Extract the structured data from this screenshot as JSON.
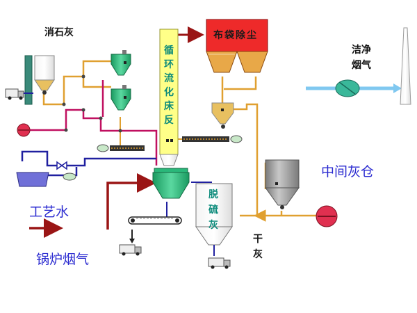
{
  "labels": {
    "slaked_lime": "消石灰",
    "reactor": [
      "循",
      "环",
      "流",
      "化",
      "床",
      "反"
    ],
    "bag_filter": "布袋除尘",
    "clean_flue_gas": [
      "洁净",
      "烟气"
    ],
    "intermediate_ash_silo": "中间灰仓",
    "process_water": "工艺水",
    "boiler_flue_gas": "锅炉烟气",
    "desulfurization_ash": [
      "脱",
      "硫",
      "灰"
    ],
    "dry_ash": [
      "干",
      "灰"
    ]
  },
  "colors": {
    "reactor_column": "#ffff88",
    "bag_filter": "#ee2a2a",
    "hopper_orange": "#e8a848",
    "silo_gray": "#9a9a9a",
    "cyclone_green": "#2ab87a",
    "water_tank": "#7070d8",
    "flue_gas_arrow": "#9a1515",
    "clean_gas_arrow": "#80c8f0",
    "orange_line": "#e0a030",
    "pink_line": "#c01060",
    "blue_line": "#2020a0",
    "fan_red": "#e03050",
    "label_blue": "#2a2ad0",
    "label_teal": "#0a8a7a"
  },
  "icons": [
    "truck-icon",
    "fan-icon",
    "pump-icon",
    "valve-icon",
    "screw-conveyor-icon",
    "belt-conveyor-icon",
    "stack-icon"
  ]
}
